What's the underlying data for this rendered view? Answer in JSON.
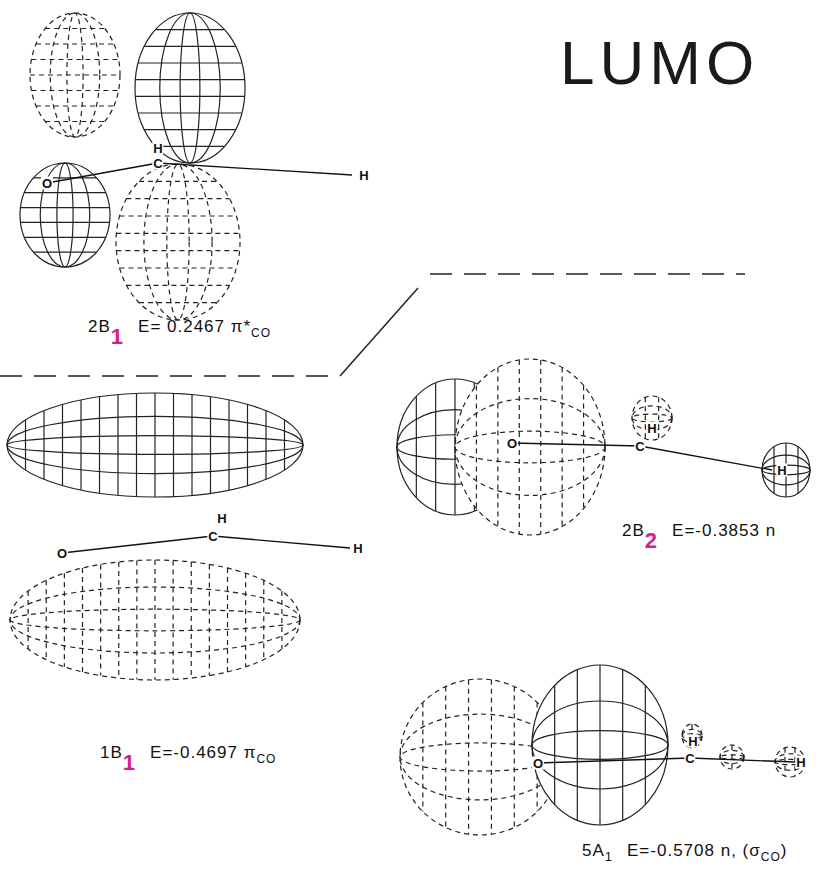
{
  "diagram": {
    "labels": [
      "LUMO",
      "H",
      "C",
      "O",
      "H",
      "2B",
      "1",
      "E= 0.2467 π*",
      "CO",
      "H",
      "C",
      "O",
      "H",
      "2B",
      "2",
      "E=-0.3853 n",
      "H",
      "C",
      "O",
      "H",
      "1B",
      "1",
      "E=-0.4697 π",
      "CO",
      "H",
      "C",
      "O",
      "H",
      "5A",
      "1",
      "E=-0.5708 n, (σ",
      "CO",
      ")"
    ]
  }
}
